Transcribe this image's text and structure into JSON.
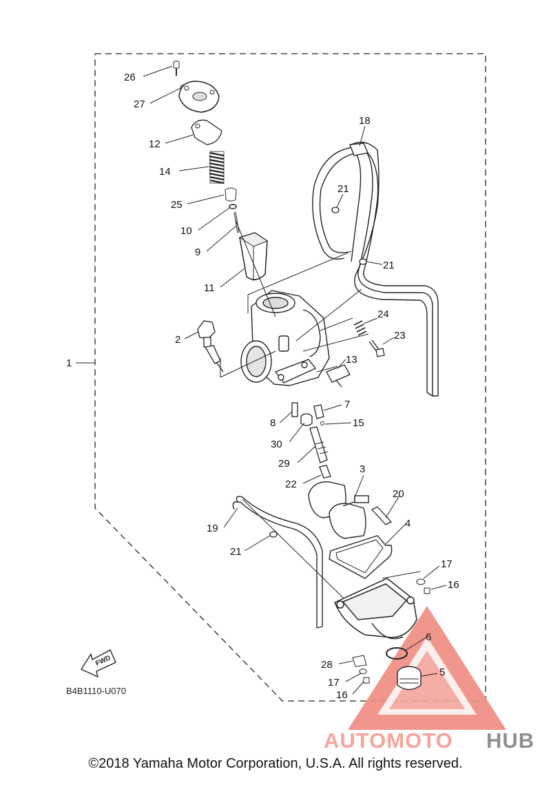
{
  "diagram": {
    "callouts": [
      {
        "id": "26",
        "label": "26"
      },
      {
        "id": "27",
        "label": "27"
      },
      {
        "id": "12",
        "label": "12"
      },
      {
        "id": "14",
        "label": "14"
      },
      {
        "id": "25",
        "label": "25"
      },
      {
        "id": "10",
        "label": "10"
      },
      {
        "id": "9",
        "label": "9"
      },
      {
        "id": "11",
        "label": "11"
      },
      {
        "id": "18",
        "label": "18"
      },
      {
        "id": "21a",
        "label": "21"
      },
      {
        "id": "21b",
        "label": "21"
      },
      {
        "id": "24",
        "label": "24"
      },
      {
        "id": "23",
        "label": "23"
      },
      {
        "id": "2",
        "label": "2"
      },
      {
        "id": "1",
        "label": "1"
      },
      {
        "id": "13",
        "label": "13"
      },
      {
        "id": "7",
        "label": "7"
      },
      {
        "id": "8",
        "label": "8"
      },
      {
        "id": "15",
        "label": "15"
      },
      {
        "id": "30",
        "label": "30"
      },
      {
        "id": "29",
        "label": "29"
      },
      {
        "id": "22",
        "label": "22"
      },
      {
        "id": "3",
        "label": "3"
      },
      {
        "id": "20",
        "label": "20"
      },
      {
        "id": "19",
        "label": "19"
      },
      {
        "id": "4",
        "label": "4"
      },
      {
        "id": "21c",
        "label": "21"
      },
      {
        "id": "17a",
        "label": "17"
      },
      {
        "id": "16a",
        "label": "16"
      },
      {
        "id": "6",
        "label": "6"
      },
      {
        "id": "28",
        "label": "28"
      },
      {
        "id": "5",
        "label": "5"
      },
      {
        "id": "17b",
        "label": "17"
      },
      {
        "id": "16b",
        "label": "16"
      }
    ],
    "fwd_label": "FWD",
    "diagram_code": "B4B1110-U070"
  },
  "watermark": {
    "part1": "AUTOMOTO",
    "part2": "HUB",
    "color_main": "#f4a59c",
    "color_alt": "#e7c39a",
    "color_hub": "#8f8f8f"
  },
  "copyright": "©2018 Yamaha Motor Corporation, U.S.A. All rights reserved."
}
